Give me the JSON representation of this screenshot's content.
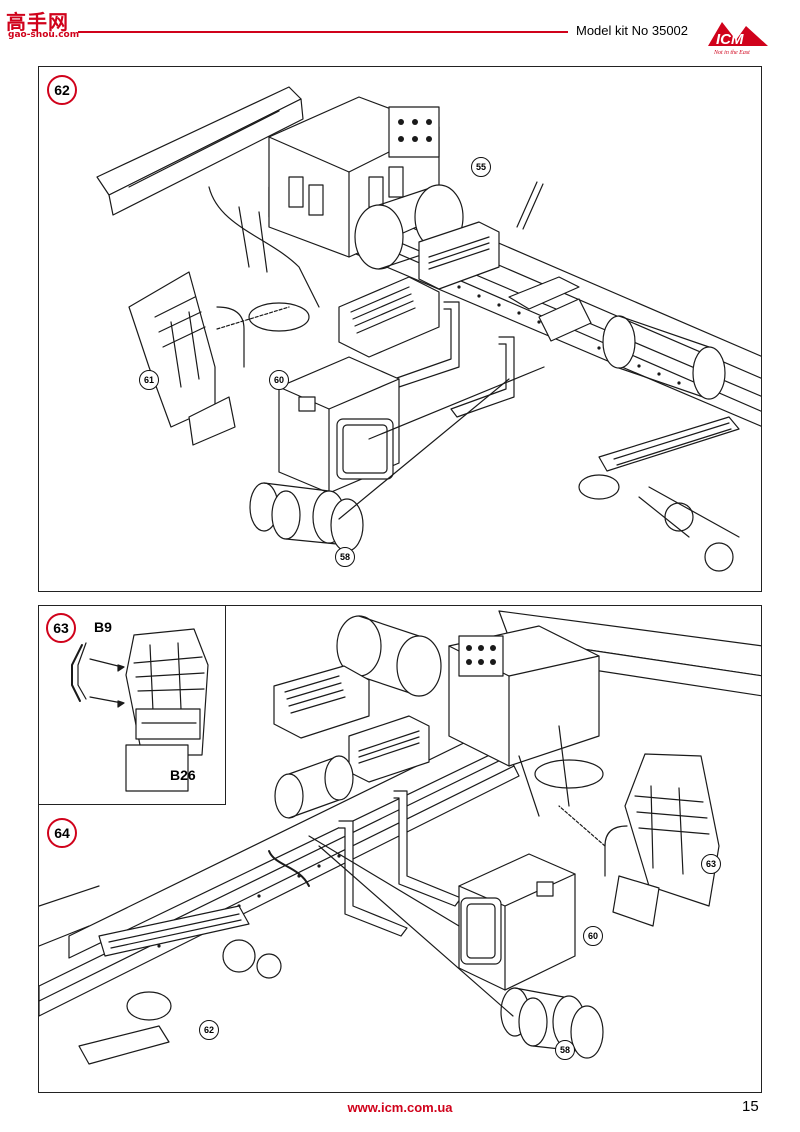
{
  "header": {
    "watermark_title": "高手网",
    "watermark_url": "gao-shou.com",
    "kit_title": "Model kit No 35002",
    "logo_text": "ICM",
    "logo_tagline": "Not in the East",
    "brand_red": "#d0021b"
  },
  "step62": {
    "number": "62",
    "parts": [
      "55",
      "61",
      "60",
      "58"
    ]
  },
  "step63": {
    "number": "63",
    "label_top": "B9",
    "label_bottom": "B26"
  },
  "step64": {
    "number": "64",
    "parts": [
      "63",
      "60",
      "62",
      "58"
    ]
  },
  "footer": {
    "url": "www.icm.com.ua",
    "page_number": "15"
  }
}
